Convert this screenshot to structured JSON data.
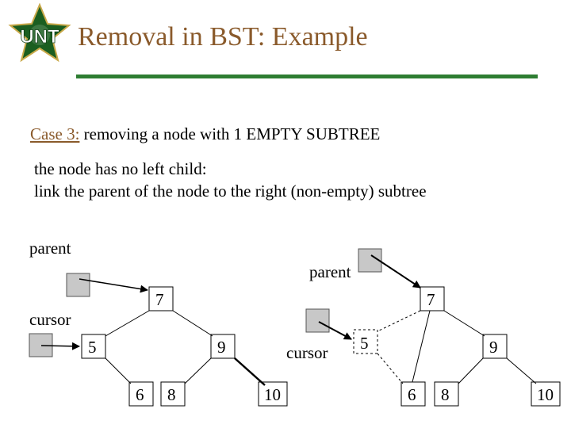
{
  "slide": {
    "title": "Removal in BST: Example",
    "logo_text": "UNT",
    "case_label": "Case 3:",
    "case_rest": " removing a node  with 1 EMPTY SUBTREE",
    "line1": "the node has no left child:",
    "line2": "link the parent of the node to the right (non-empty) subtree"
  },
  "diagram": {
    "left": {
      "parent_label": "parent",
      "cursor_label": "cursor",
      "nodes": [
        "7",
        "5",
        "9",
        "6",
        "8",
        "10"
      ]
    },
    "right": {
      "parent_label": "parent",
      "cursor_label": "cursor",
      "nodes": [
        "7",
        "5",
        "9",
        "6",
        "8",
        "10"
      ]
    }
  },
  "colors": {
    "title": "#8a5a2b",
    "rule": "#2e7d32",
    "logo_green": "#1b5e20",
    "box_gray": "#c8c8c8"
  }
}
